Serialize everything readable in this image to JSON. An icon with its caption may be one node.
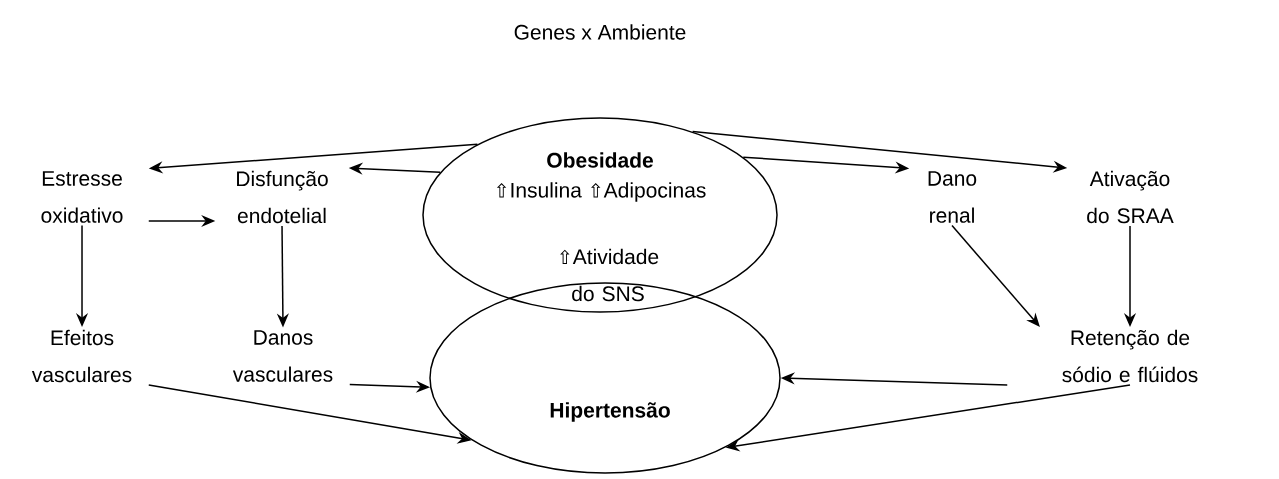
{
  "diagram": {
    "title": "Genes x Ambiente",
    "nodes": [
      {
        "text": [
          "Obesidade",
          "⇧Insulina ⇧Adipocinas"
        ]
      },
      {
        "text": [
          "Hipertensão"
        ]
      },
      {
        "text": [
          "Estresse oxidativo"
        ]
      },
      {
        "text": [
          "Disfunção endotelial"
        ]
      },
      {
        "text": [
          "Efeitos vasculares"
        ]
      },
      {
        "text": [
          "Danos vasculares"
        ]
      },
      {
        "text": [
          "Dano renal"
        ]
      },
      {
        "text": [
          "Ativação do SRAA"
        ]
      },
      {
        "text": [
          "Retenção de sódio e flúidos"
        ]
      }
    ],
    "edges": [
      {
        "from": 0,
        "to": 2,
        "arrow": "to"
      },
      {
        "from": 0,
        "to": 3,
        "arrow": "to"
      },
      {
        "from": 2,
        "to": 3,
        "arrow": "to"
      },
      {
        "from": 2,
        "to": 4,
        "arrow": "to"
      },
      {
        "from": 3,
        "to": 5,
        "arrow": "to"
      },
      {
        "from": 4,
        "to": 1,
        "arrow": "to"
      },
      {
        "from": 5,
        "to": 1,
        "arrow": "to"
      },
      {
        "from": 0,
        "to": 6,
        "arrow": "to"
      },
      {
        "from": 0,
        "to": 7,
        "arrow": "to"
      },
      {
        "from": 6,
        "to": 8,
        "arrow": "to"
      },
      {
        "from": 7,
        "to": 8,
        "arrow": "to"
      },
      {
        "from": 8,
        "to": 1,
        "arrow": "to"
      },
      {
        "from": 8,
        "to": 1,
        "arrow": "to"
      }
    ],
    "labels": [
      "⇧Atividade do SNS"
    ]
  }
}
